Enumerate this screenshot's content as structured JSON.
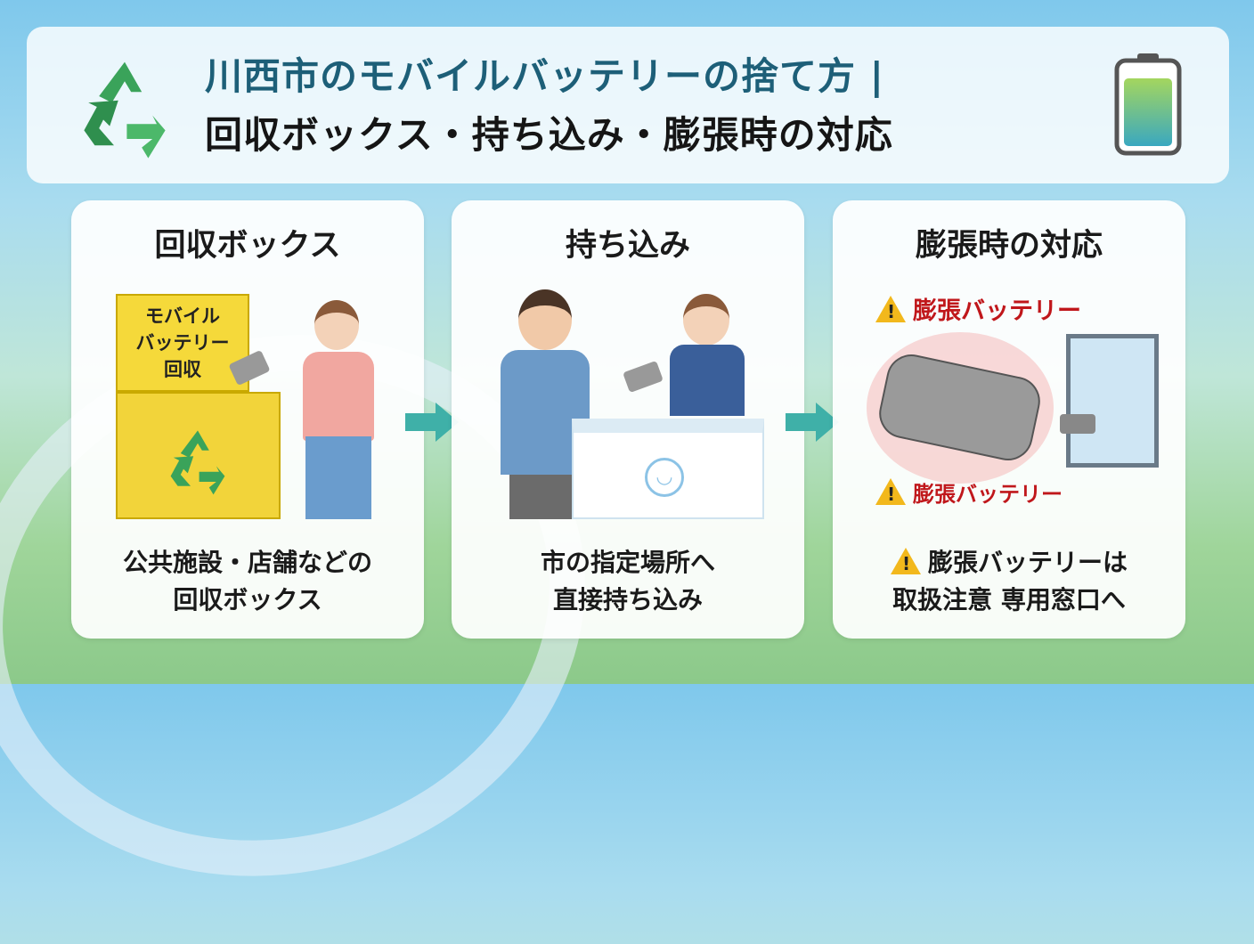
{
  "header": {
    "title_line1": "川西市のモバイルバッテリーの捨て方 |",
    "title_line2": "回収ボックス・持ち込み・膨張時の対応"
  },
  "cards": [
    {
      "title": "回収ボックス",
      "box_label": [
        "モバイル",
        "バッテリー",
        "回収"
      ],
      "caption": [
        "公共施設・店舗などの",
        "回収ボックス"
      ]
    },
    {
      "title": "持ち込み",
      "caption": [
        "市の指定場所へ",
        "直接持ち込み"
      ]
    },
    {
      "title": "膨張時の対応",
      "warning_top": "膨張バッテリー",
      "warning_bottom": "膨張バッテリー",
      "caption": [
        "膨張バッテリーは",
        "取扱注意 専用窓口へ"
      ]
    }
  ],
  "colors": {
    "title_teal": "#1d5f78",
    "recycle_green": "#3aa35a",
    "warning_red": "#c0171b",
    "arrow_teal": "#3fb0a8"
  }
}
